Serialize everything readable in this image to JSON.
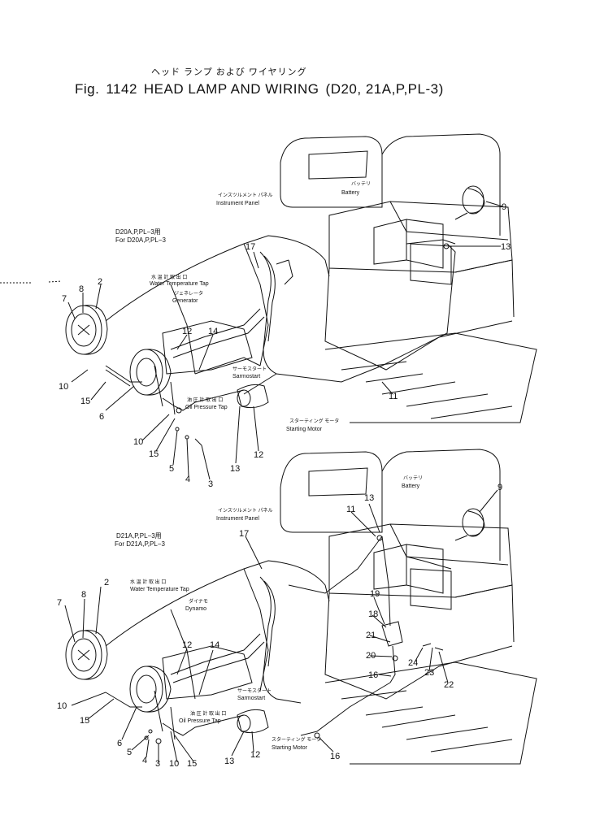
{
  "header": {
    "subtitle_jp": "ヘッド ランプ および ワイヤリング",
    "fig_prefix": "Fig.",
    "fig_number": "1142",
    "title": "HEAD LAMP AND WIRING",
    "models": "(D20, 21A,P,PL-3)"
  },
  "top_diagram": {
    "variant_jp": "D20A,P,PL−3用",
    "variant_en": "For D20A,P,PL−3",
    "labels": {
      "instrument_panel_jp": "インスツルメント パネル",
      "instrument_panel": "Instrument Panel",
      "battery_jp": "バッテリ",
      "battery": "Battery",
      "water_temp_jp": "水 温 計 取 出 口",
      "water_temp": "Water Temperature Tap",
      "generator_jp": "ジェネレータ",
      "generator": "Generator",
      "thermostart_jp": "サーモスタート",
      "thermostart": "Sarmostart",
      "oil_pressure_jp": "油 圧 計 取 出 口",
      "oil_pressure": "Oil Pressure Tap",
      "starting_motor_jp": "スターティング モータ",
      "starting_motor": "Starting Motor"
    },
    "callouts": [
      "17",
      "9",
      "13",
      "2",
      "8",
      "7",
      "12",
      "14",
      "11",
      "10",
      "15",
      "6",
      "10",
      "15",
      "5",
      "4",
      "3",
      "13",
      "12"
    ]
  },
  "bottom_diagram": {
    "variant_jp": "D21A,P,PL−3用",
    "variant_en": "For D21A,P,PL−3",
    "labels": {
      "instrument_panel_jp": "インスツルメント パネル",
      "instrument_panel": "Instrument Panel",
      "battery_jp": "バッテリ",
      "battery": "Battery",
      "water_temp_jp": "水 温 計 取 出 口",
      "water_temp": "Water Temperature Tap",
      "dynamo_jp": "ダイナモ",
      "dynamo": "Dynamo",
      "thermostart_jp": "サーモスタート",
      "thermostart": "Sarmostart",
      "oil_pressure_jp": "油 圧 計 取 出 口",
      "oil_pressure": "Oil Pressure Tap",
      "starting_motor_jp": "スターティング モータ",
      "starting_motor": "Starting Motor"
    },
    "callouts": [
      "17",
      "13",
      "11",
      "9",
      "2",
      "8",
      "7",
      "12",
      "14",
      "19",
      "18",
      "21",
      "20",
      "16",
      "24",
      "23",
      "22",
      "10",
      "15",
      "6",
      "5",
      "4",
      "3",
      "10",
      "15",
      "13",
      "12",
      "16"
    ]
  }
}
